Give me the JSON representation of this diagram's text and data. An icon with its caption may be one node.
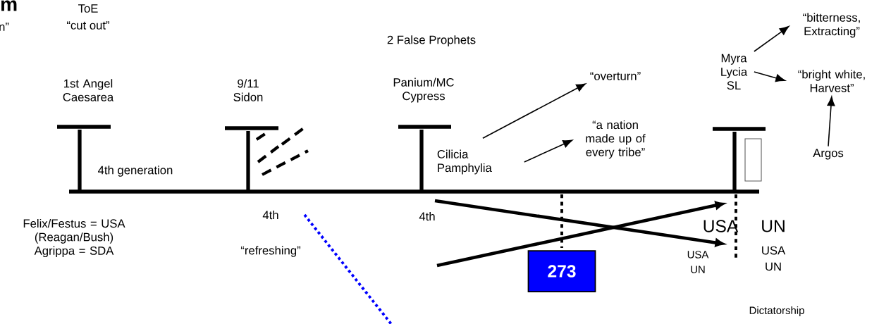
{
  "diagram": {
    "nodes": [
      {
        "text": [
          "Cilicia Pamphylia"
        ]
      },
      {
        "text": [
          "“overturn”"
        ]
      },
      {
        "text": [
          "“a nation made up of every tribe”"
        ]
      },
      {
        "text": [
          "Myra Lycia SL"
        ]
      },
      {
        "text": [
          "“bitterness, Extracting”"
        ]
      },
      {
        "text": [
          "“bright white, Harvest”"
        ]
      },
      {
        "text": [
          "Argos"
        ]
      },
      {
        "text": [
          "273"
        ]
      }
    ],
    "edges": [
      {
        "from": 0,
        "to": 1,
        "arrow": "to"
      },
      {
        "from": 0,
        "to": 2,
        "arrow": "to"
      },
      {
        "from": 3,
        "to": 4,
        "arrow": "to"
      },
      {
        "from": 3,
        "to": 5,
        "arrow": "to"
      },
      {
        "from": 6,
        "to": 5,
        "arrow": "to"
      }
    ],
    "labels": [
      "m",
      "n”",
      "ToE",
      "“cut out”",
      "1st Angel Caesarea",
      "9/11 Sidon",
      "2  False  Prophets",
      "Panium/MC Cypress",
      "4th generation",
      "Felix/Festus = USA (Reagan/Bush) Agrippa = SDA",
      "4th",
      "“refreshing”",
      "4th",
      "USA",
      "UN",
      "USA UN",
      "USA UN",
      "Dictatorship"
    ]
  }
}
